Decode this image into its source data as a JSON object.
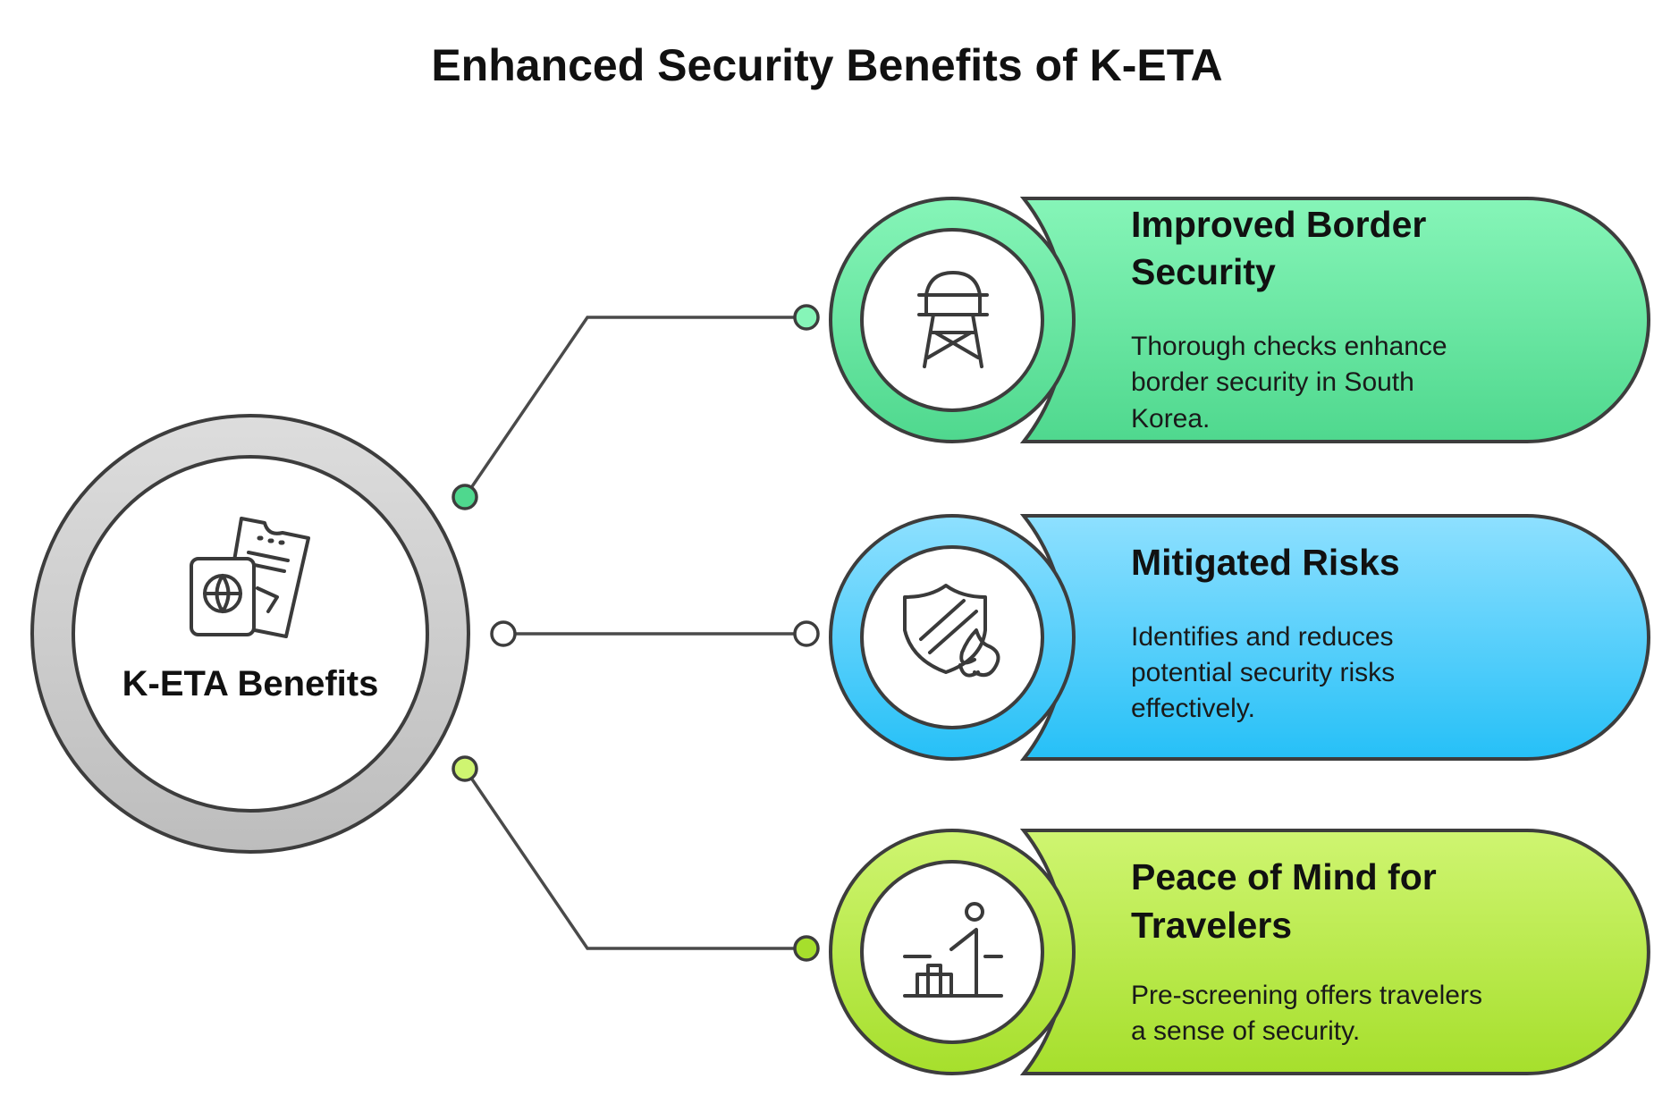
{
  "title": "Enhanced Security Benefits of K-ETA",
  "hub": {
    "label": "K-ETA Benefits",
    "icon": "passport-ticket-icon"
  },
  "colors": {
    "hub_ring_outer": "#dcdcdc",
    "hub_ring_inner": "#c4c4c4",
    "outline": "#3d3d3d",
    "connector": "#4a4a4a"
  },
  "items": [
    {
      "title_lines": [
        "Improved Border",
        "Security"
      ],
      "desc_lines": [
        "Thorough checks enhance",
        "border security in South",
        "Korea."
      ],
      "icon": "watchtower-icon",
      "color_top": "#86f5b8",
      "color_bottom": "#4fd88e",
      "dot_color": "#4fd88e"
    },
    {
      "title_lines": [
        "Mitigated Risks"
      ],
      "desc_lines": [
        "Identifies and reduces",
        "potential security risks",
        "effectively."
      ],
      "icon": "shield-fire-icon",
      "color_top": "#8ee0ff",
      "color_bottom": "#26c0f7",
      "dot_color": "#ffffff"
    },
    {
      "title_lines": [
        "Peace of Mind for",
        "Travelers"
      ],
      "desc_lines": [
        "Pre-screening offers travelers",
        "a sense of security."
      ],
      "icon": "traveler-luggage-icon",
      "color_top": "#cff571",
      "color_bottom": "#a6df2c",
      "dot_color": "#a6df2c"
    }
  ]
}
